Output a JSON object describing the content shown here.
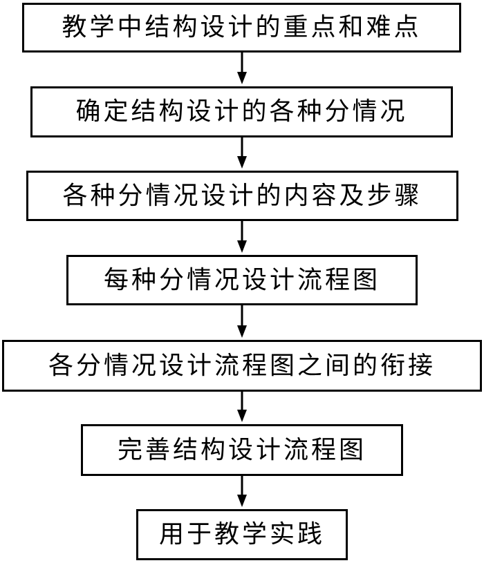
{
  "flowchart": {
    "steps": [
      {
        "label": "教学中结构设计的重点和难点"
      },
      {
        "label": "确定结构设计的各种分情况"
      },
      {
        "label": "各种分情况设计的内容及步骤"
      },
      {
        "label": "每种分情况设计流程图"
      },
      {
        "label": "各分情况设计流程图之间的衔接"
      },
      {
        "label": "完善结构设计流程图"
      },
      {
        "label": "用于教学实践"
      }
    ]
  }
}
